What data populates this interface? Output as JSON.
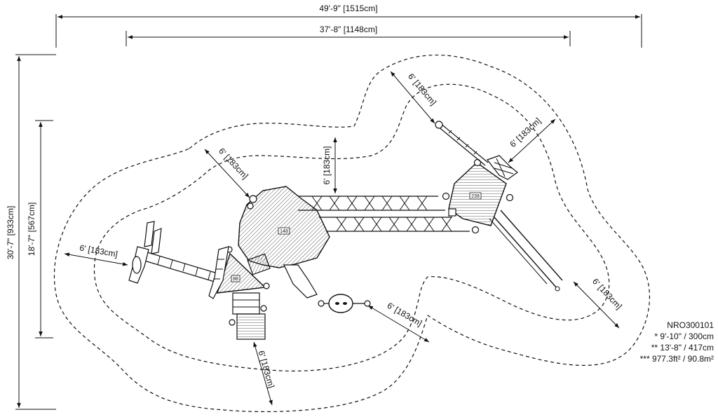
{
  "overall": {
    "width": "49'-9\" [1515cm]",
    "height": "30'-7\" [933cm]"
  },
  "structure": {
    "width": "37'-8\" [1148cm]",
    "height": "18'-7\" [567cm]"
  },
  "clearance_labels": {
    "top_center": "6' [183cm]",
    "top_left": "6' [183cm]",
    "top_right_a": "6' [183cm]",
    "top_right_b": "6' [183cm]",
    "left": "6' [183cm]",
    "right": "6' [183cm]",
    "bottom_center": "6' [183cm]",
    "bottom_left": "6' [183cm]"
  },
  "decks": {
    "main": "148",
    "right": "238",
    "left": "88"
  },
  "specs": {
    "model": "NRO300101",
    "line1": "* 9'-10\" / 300cm",
    "line2": "** 13'-8\" / 417cm",
    "line3": "*** 977.3ft² / 90.8m²"
  }
}
